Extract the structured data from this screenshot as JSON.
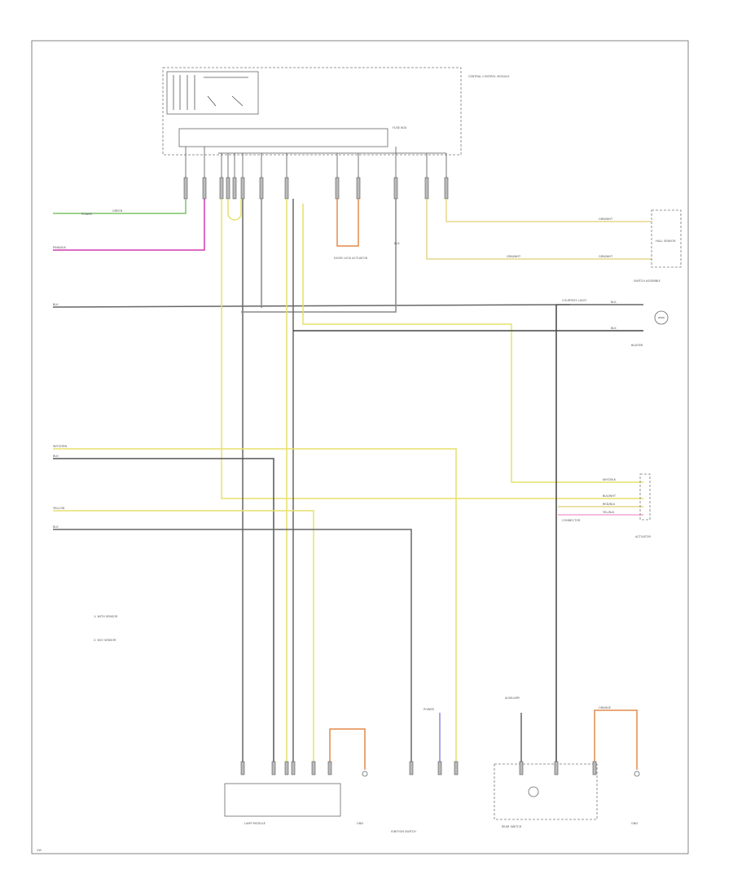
{
  "wire_labels": {
    "green": "GREEN",
    "pink": "PINK/BLK",
    "black1": "BLK",
    "black2": "BLK",
    "black3": "BLK",
    "grn_wht1": "GRN/WHT",
    "grn_wht2": "GRN/WHT",
    "grn_wht3": "GRN/WHT",
    "wht_grn": "WHT/GRN",
    "yellow": "YELLOW",
    "black4": "BLK",
    "black5": "BLK",
    "wht_blk": "WHT/BLK",
    "blk_wht": "BLK/WHT",
    "red_blu": "RED/BLU",
    "yel_blk": "YEL/BLK",
    "orange": "ORANGE",
    "blk_short": "BLK"
  },
  "component_labels": {
    "control_module": "CENTRAL CONTROL MODULE",
    "fuse_box": "FUSE BOX",
    "door_lock": "DOOR LOCK ACTUATOR",
    "hall_sensor": "HALL SENSOR",
    "switch_assembly": "SWITCH ASSEMBLY",
    "buzzer": "BUZZER",
    "courtesy": "COURTESY LIGHT",
    "actuator": "ACTUATOR",
    "lamp_module": "LAMP MODULE",
    "ignition_switch": "IGNITION SWITCH",
    "auxiliary": "AUXILIARY",
    "connector": "CONNECTOR",
    "ground_1": "GND",
    "ground_2": "GND",
    "power_1": "POWER",
    "power_2": "POWER",
    "rear_switch": "REAR SWITCH"
  },
  "notes": {
    "note_1": "1: WITH SENSOR",
    "note_2": "2: W/O SENSOR"
  },
  "page_code": "VW"
}
